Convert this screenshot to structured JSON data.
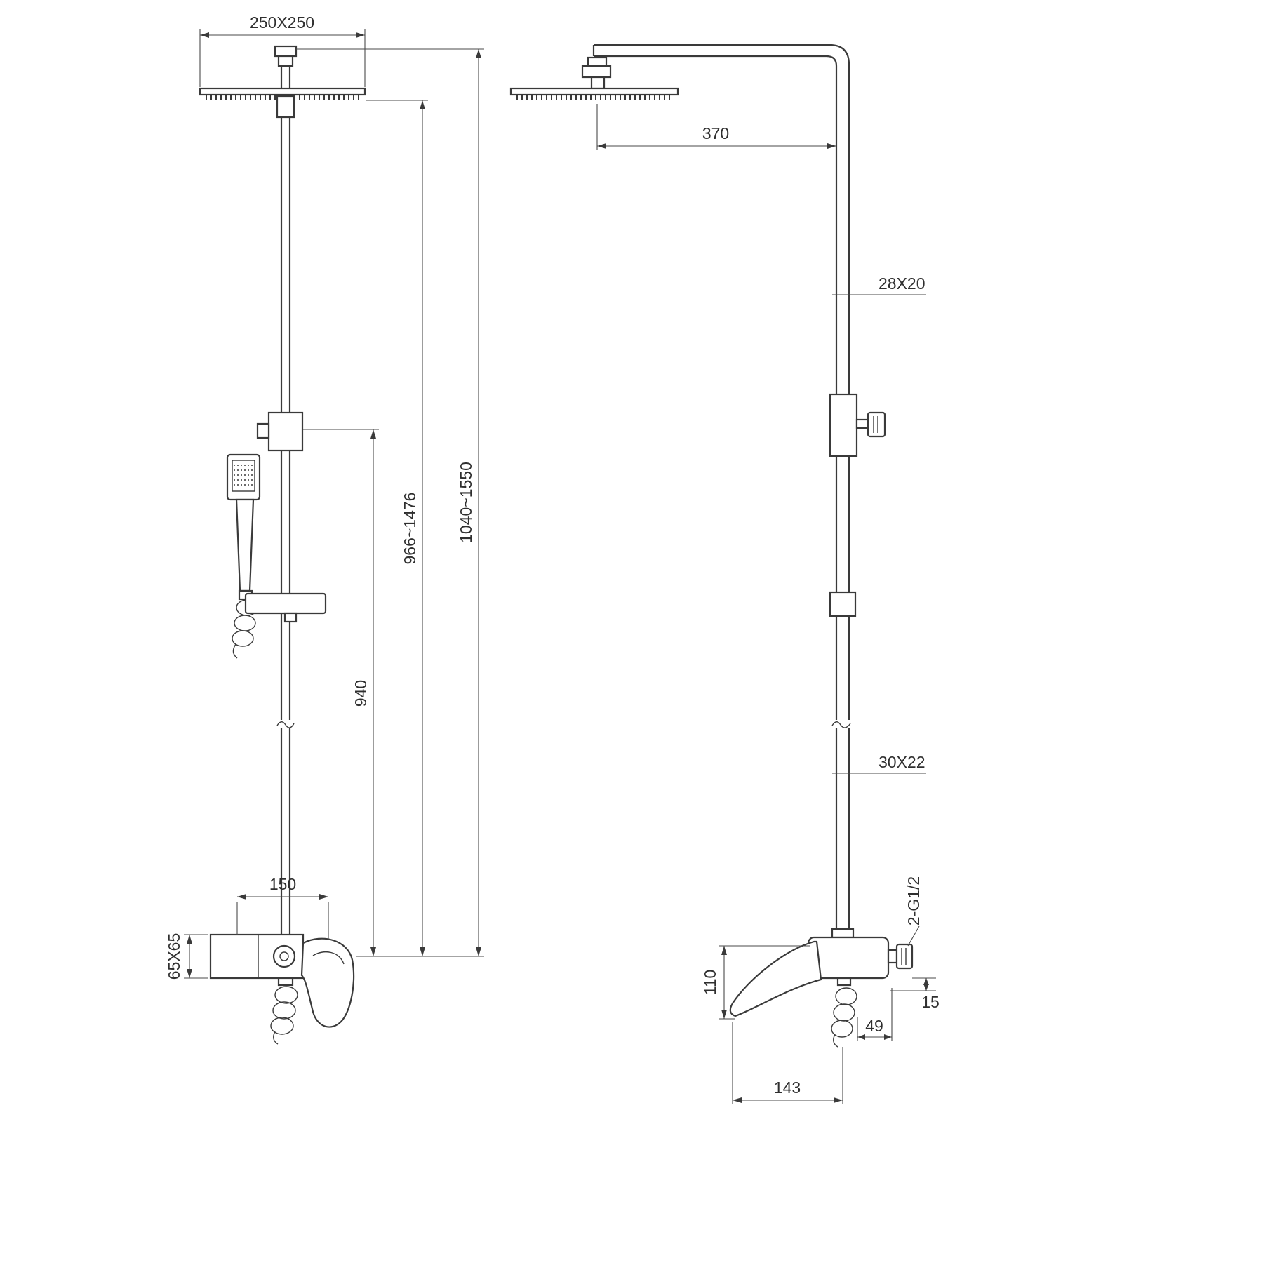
{
  "page": {
    "background": "#ffffff",
    "line_color": "#3a3a3a"
  },
  "drawing": {
    "kind": "shower-column-technical-drawing",
    "views": [
      "front-view",
      "side-view"
    ]
  },
  "views": {
    "front": {
      "dimensions": {
        "head_size": "250X250",
        "overall_height": "1040~1550",
        "column_height": "966~1476",
        "slide_height": "940",
        "inlet_spacing": "150",
        "body_size": "65X65"
      }
    },
    "side": {
      "dimensions": {
        "arm_reach": "370",
        "upper_tube": "28X20",
        "lower_tube": "30X22",
        "handle_drop": "110",
        "connection": "2-G1/2",
        "wall_offset": "15",
        "outlet_offset": "49",
        "handle_reach": "143"
      }
    }
  }
}
